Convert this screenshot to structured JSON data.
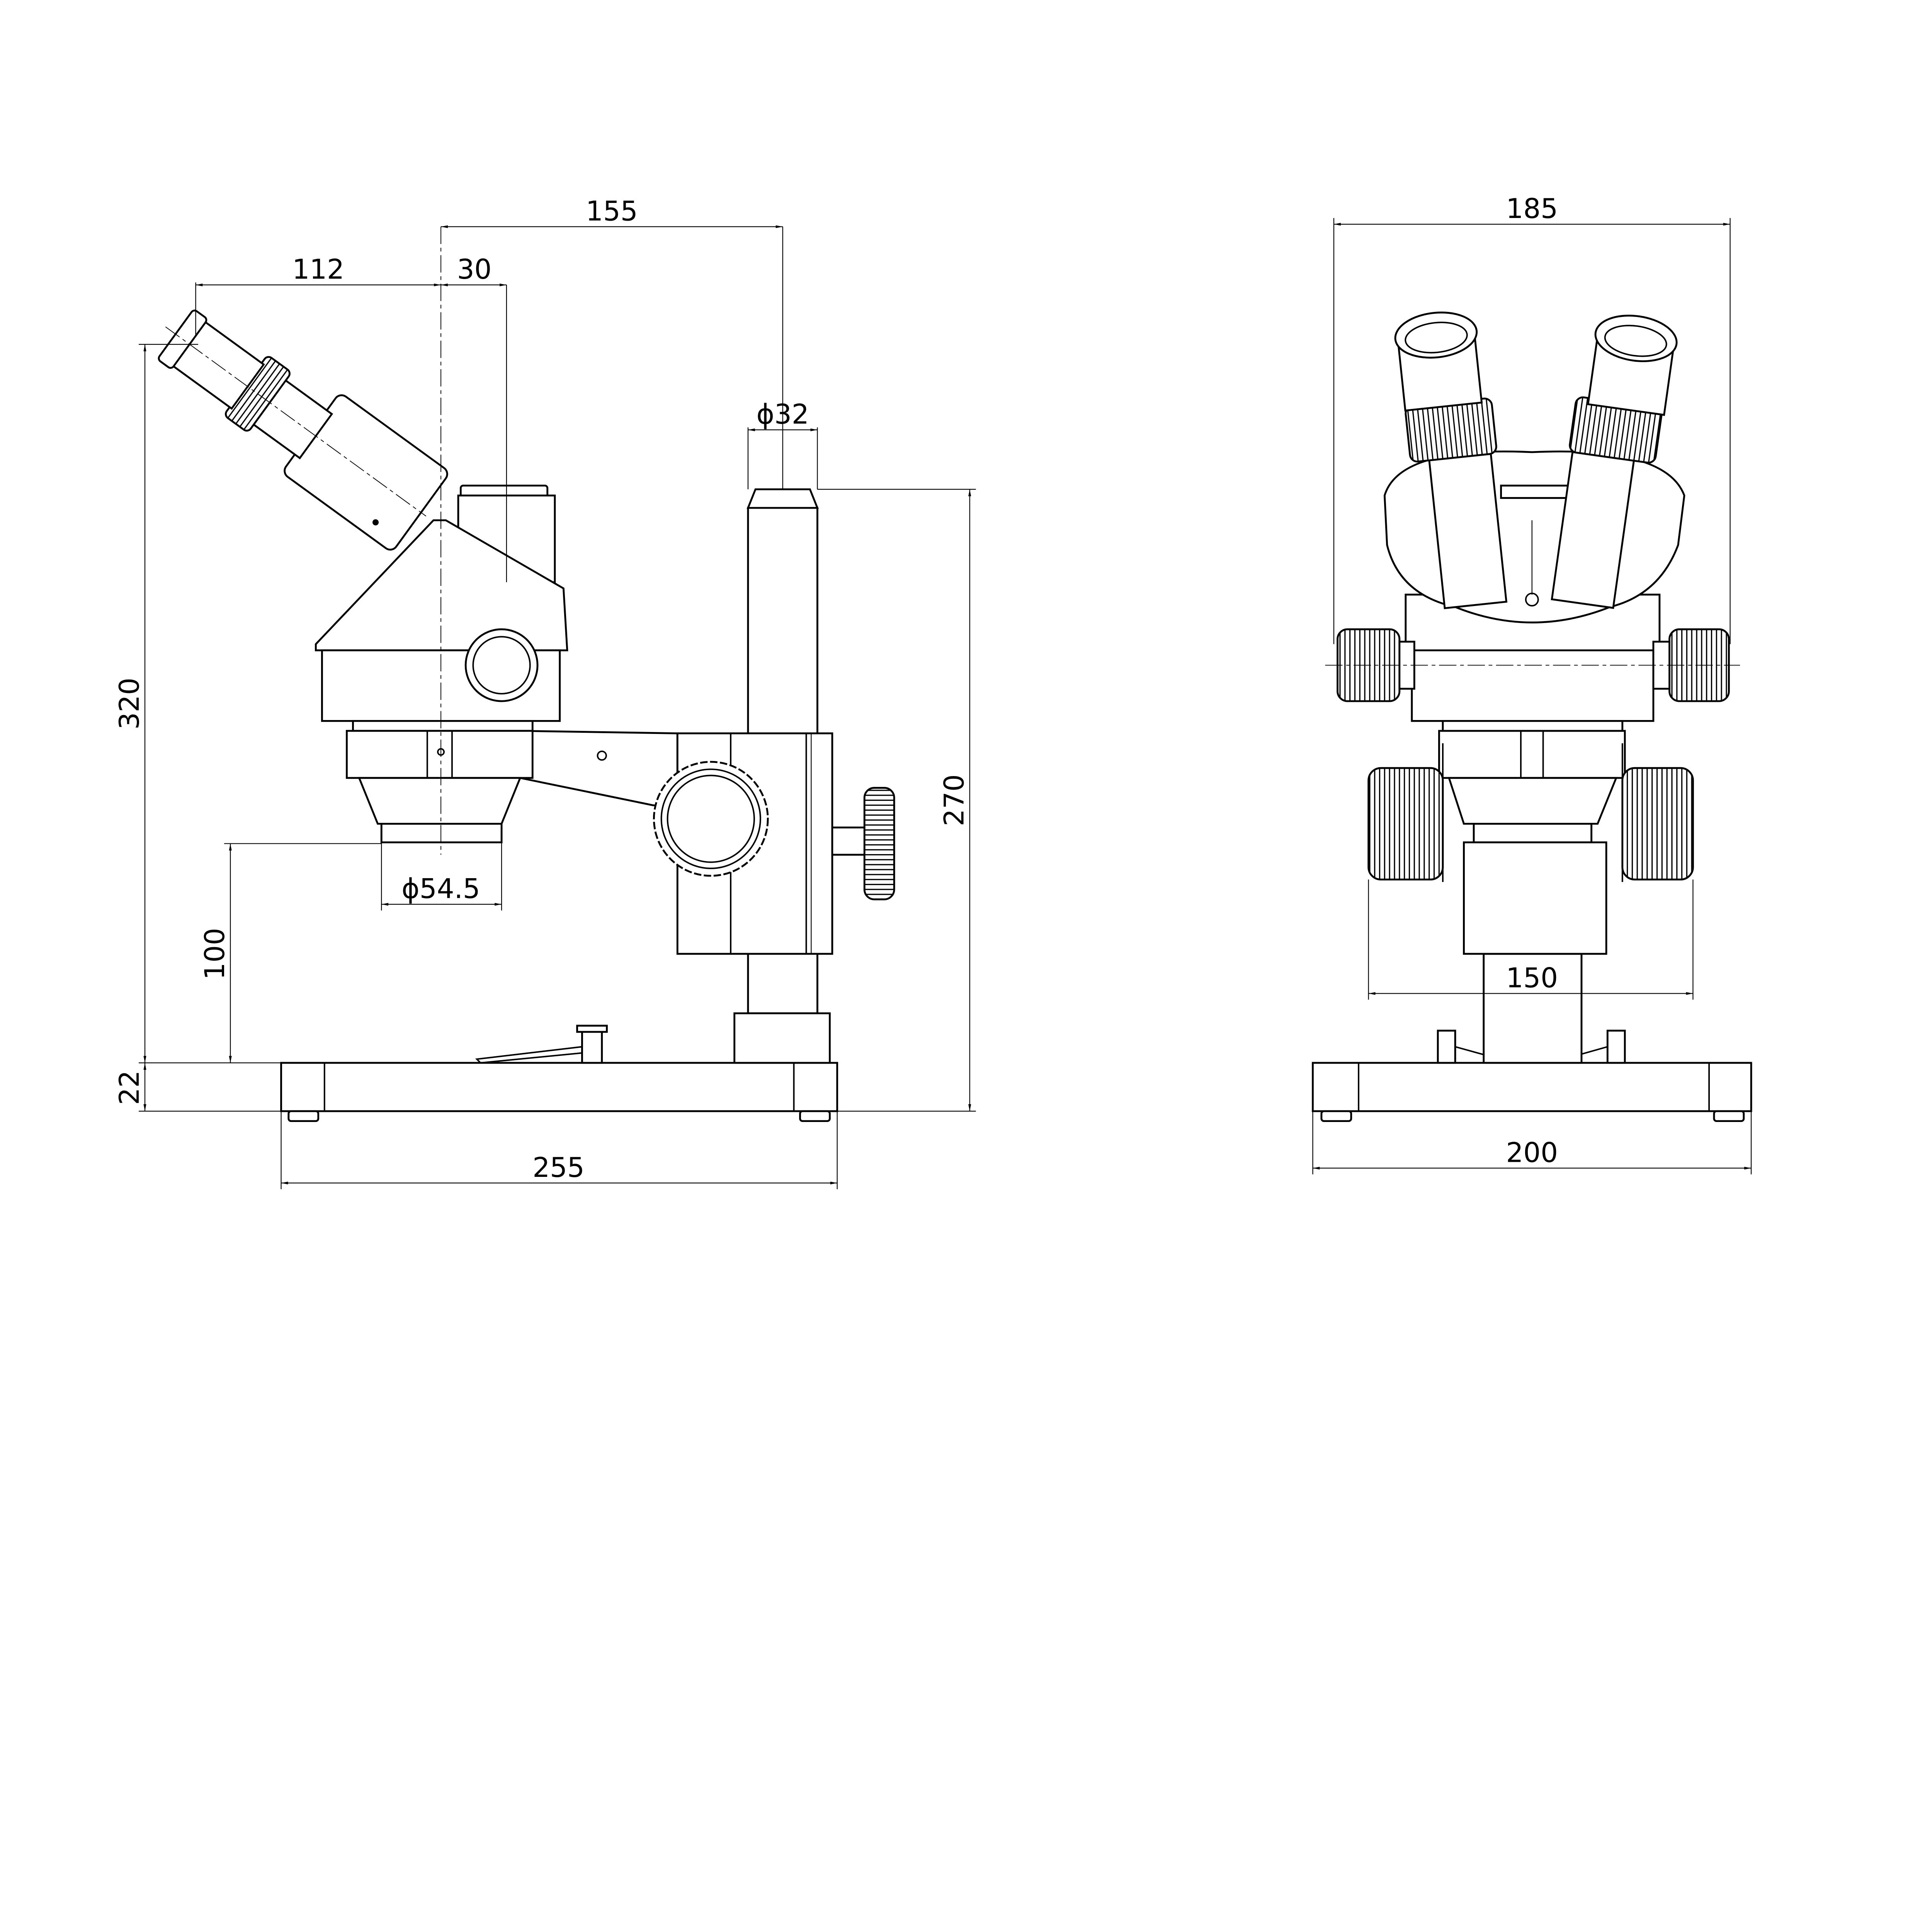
{
  "side_view": {
    "dimensions": {
      "overall_depth_to_column": "155",
      "eyepiece_offset": "112",
      "trinocular_offset": "30",
      "column_diameter": "ϕ32",
      "total_height": "320",
      "column_height": "270",
      "working_distance": "100",
      "base_thickness": "22",
      "objective_diameter": "ϕ54.5",
      "base_length": "255"
    }
  },
  "front_view": {
    "dimensions": {
      "overall_width": "185",
      "knob_width": "150",
      "base_width": "200"
    }
  }
}
